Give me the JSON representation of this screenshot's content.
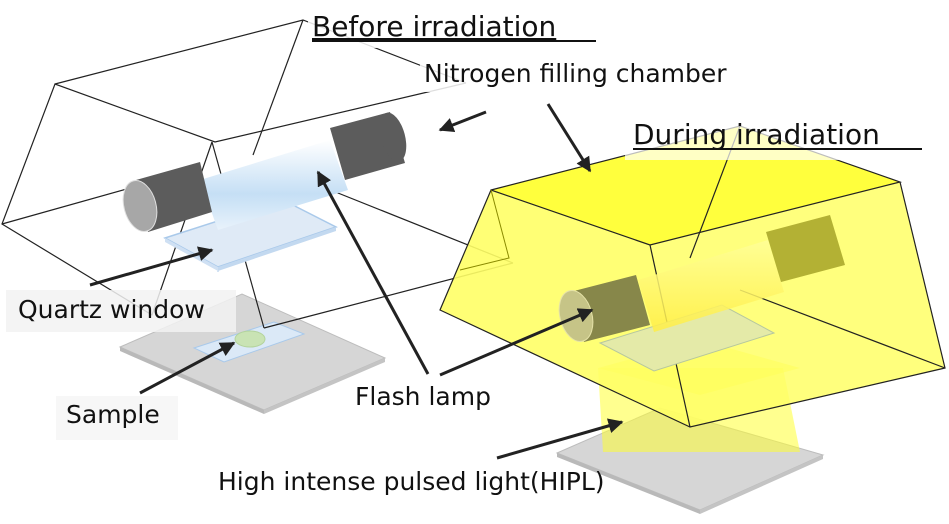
{
  "diagram": {
    "titles": {
      "before": "Before irradiation",
      "during": "During irradiation"
    },
    "labels": {
      "nitrogen_chamber": "Nitrogen filling chamber",
      "quartz_window": "Quartz window",
      "sample": "Sample",
      "flash_lamp": "Flash lamp",
      "hipl": "High intense pulsed light(HIPL)"
    },
    "colors": {
      "lamp_end_dark": "#5a5a5a",
      "lamp_tube": "#cfe4f7",
      "quartz": "#dbe9f7",
      "stage": "#d4d4d4",
      "sample": "#c9e3b4",
      "light_yellow": "#ffff33",
      "lamp_end_irradiated": "#8a8a44"
    }
  }
}
